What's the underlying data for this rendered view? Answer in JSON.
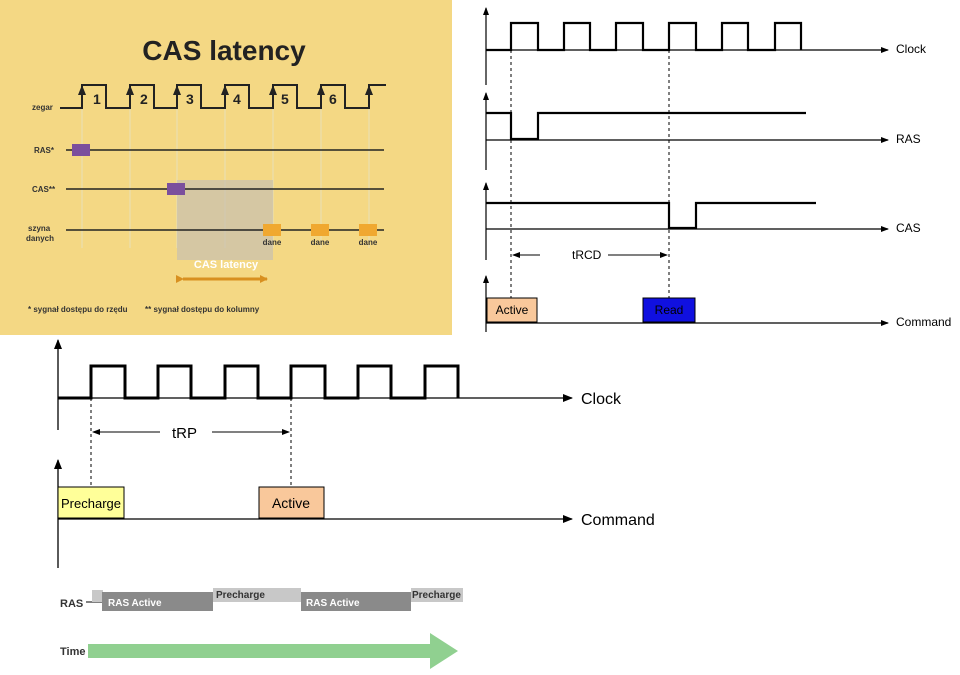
{
  "cas_panel": {
    "title": "CAS latency",
    "row_labels": {
      "clock": "zegar",
      "ras": "RAS*",
      "cas": "CAS**",
      "bus_line1": "szyna",
      "bus_line2": "danych"
    },
    "cycle_numbers": [
      "1",
      "2",
      "3",
      "4",
      "5",
      "6"
    ],
    "data_labels": [
      "dane",
      "dane",
      "dane"
    ],
    "latency_label": "CAS latency",
    "footnote_row": "* sygnał dostępu do rzędu",
    "footnote_col": "** sygnał dostępu do kolumny",
    "colors": {
      "background": "#f4d884",
      "ras_cas_marker": "#7b4f9d",
      "data_marker": "#f0a830",
      "latency_box": "#c8c0b0"
    }
  },
  "trcd_diagram": {
    "signals": [
      "Clock",
      "RAS",
      "CAS",
      "Command"
    ],
    "interval_label": "tRCD",
    "commands": {
      "active": "Active",
      "read": "Read"
    },
    "colors": {
      "active_box": "#f9c89b",
      "read_box": "#1010e0"
    }
  },
  "trp_diagram": {
    "signals": [
      "Clock",
      "Command"
    ],
    "interval_label": "tRP",
    "commands": {
      "precharge": "Precharge",
      "active": "Active"
    },
    "colors": {
      "precharge_box": "#ffff99",
      "active_box": "#f9c89b"
    }
  },
  "timeline": {
    "ras_label": "RAS",
    "segments": [
      "RAS Active",
      "Precharge",
      "RAS Active",
      "Precharge"
    ],
    "time_label": "Time",
    "colors": {
      "active": "#8a8a8a",
      "precharge": "#c8c8c8",
      "arrow": "#90d090"
    }
  }
}
